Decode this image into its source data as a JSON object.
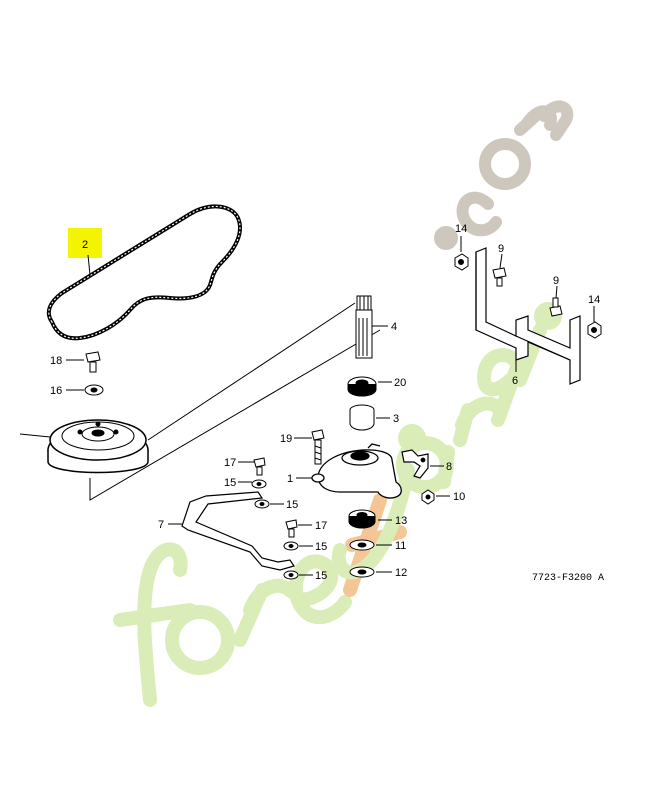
{
  "colors": {
    "highlight": "#f4f400",
    "watermark_green": "#d6ebb0",
    "watermark_orange": "#f5c08a",
    "watermark_gray": "#c9c2b7",
    "line": "#000000"
  },
  "watermark": {
    "text": "foretjardin.com"
  },
  "drawing_code": "7723-F3200 A",
  "callouts": {
    "c2": "2",
    "c18": "18",
    "c16": "16",
    "c14a": "14",
    "c9a": "9",
    "c9b": "9",
    "c14b": "14",
    "c6": "6",
    "c4": "4",
    "c20": "20",
    "c3": "3",
    "c19": "19",
    "c17a": "17",
    "c15a": "15",
    "c1": "1",
    "c8": "8",
    "c10": "10",
    "c15b": "15",
    "c7": "7",
    "c17b": "17",
    "c13": "13",
    "c15c": "15",
    "c11": "11",
    "c15d": "15",
    "c12": "12"
  }
}
